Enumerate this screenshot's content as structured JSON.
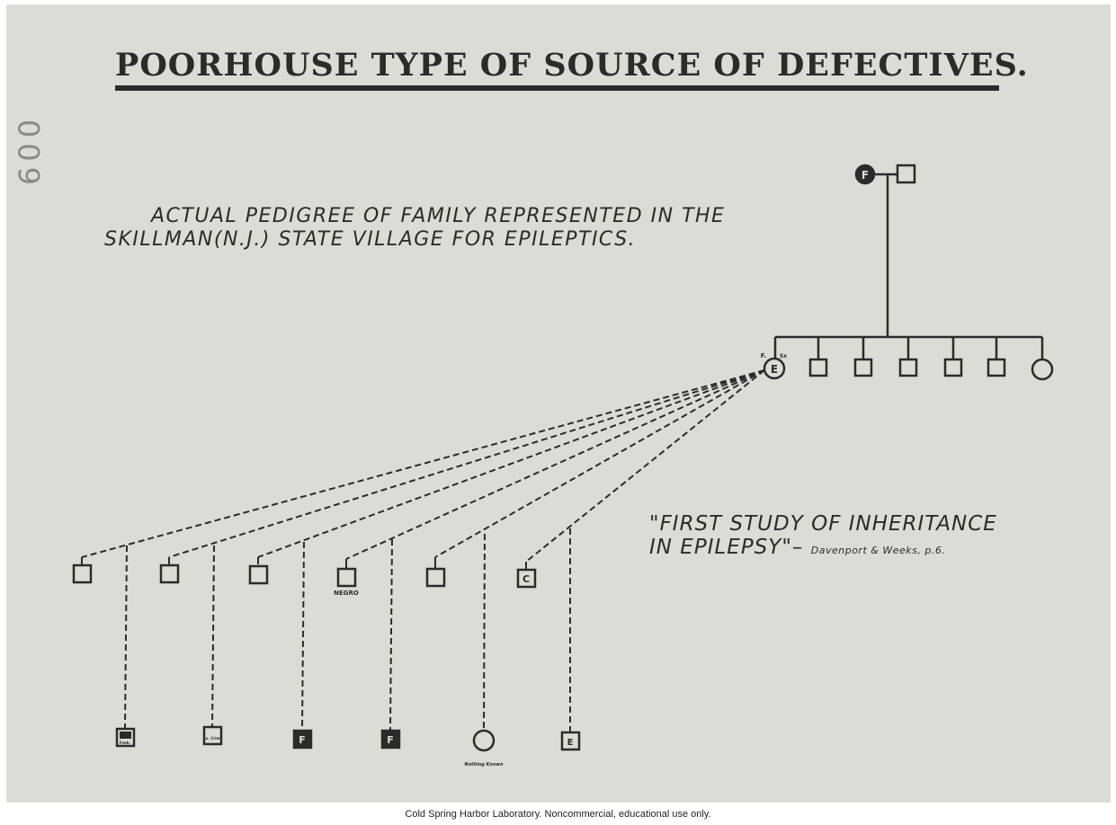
{
  "title": "POORHOUSE TYPE OF SOURCE OF DEFECTIVES.",
  "handwritten_number": "600",
  "subtitle": {
    "line1": "ACTUAL PEDIGREE OF FAMILY REPRESENTED IN THE",
    "line2": "SKILLMAN(N.J.) STATE VILLAGE FOR EPILEPTICS."
  },
  "quote": {
    "line1": "\"FIRST STUDY OF INHERITANCE",
    "line2": "IN EPILEPSY\"–",
    "citation": "Davenport & Weeks, p.6."
  },
  "pedigree": {
    "grandmother_label": "F",
    "proband_label": "E",
    "proband_prefix": "F.",
    "proband_suffix": "Sx",
    "mate6_label": "C",
    "mate4_note": "NEGRO",
    "child1_label": "Feeb.",
    "child2_label": "Sx. Crim.",
    "child3_label": "F",
    "child4_label": "F",
    "child5_note": "Nothing Known",
    "child6_label": "E"
  },
  "footer": "Cold Spring Harbor Laboratory. Noncommercial, educational use only."
}
